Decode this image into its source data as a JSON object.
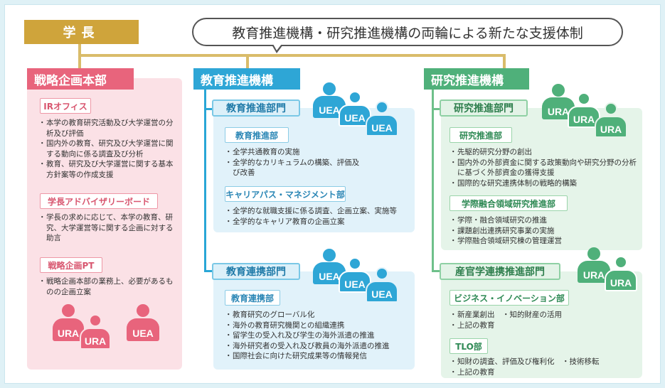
{
  "president": "学長",
  "headline": "教育推進機構・研究推進機構の両輪による新たな支援体制",
  "colors": {
    "gold": "#cfa43b",
    "pink": "#e8647c",
    "blue": "#2ea6d6",
    "green": "#4fb07a"
  },
  "strategy": {
    "title": "戦略企画本部",
    "sections": [
      {
        "tag": "IRオフィス",
        "items": [
          "本学の教育研究活動及び大学運営の分析及び評価",
          "国内外の教育、研究及び大学運営に関する動向に係る調査及び分析",
          "教育、研究及び大学運営に関する基本方針案等の作成支援"
        ]
      },
      {
        "tag": "学長アドバイザリーボード",
        "items": [
          "学長の求めに応じて、本学の教育、研究、大学運営等に関する企画に対する助言"
        ]
      },
      {
        "tag": "戦略企画PT",
        "items": [
          "戦略企画本部の業務上、必要があるものの企画立案"
        ]
      }
    ],
    "staff": [
      "URA",
      "URA",
      "UEA"
    ]
  },
  "education": {
    "title": "教育推進機構",
    "divisions": [
      {
        "title": "教育推進部門",
        "staff": [
          "UEA",
          "UEA",
          "UEA"
        ],
        "units": [
          {
            "tag": "教育推進部",
            "items": [
              "全学共通教育の実施",
              "全学的なカリキュラムの構築、評価及び改善"
            ]
          },
          {
            "tag": "キャリアパス・マネジメント部",
            "items": [
              "全学的な就職支援に係る調査、企画立案、実施等",
              "全学的なキャリア教育の企画立案"
            ]
          }
        ]
      },
      {
        "title": "教育連携部門",
        "staff": [
          "UEA",
          "UEA",
          "UEA"
        ],
        "units": [
          {
            "tag": "教育連携部",
            "items": [
              "教育研究のグローバル化",
              "海外の教育研究機関との組織連携",
              "留学生の受入れ及び学生の海外派遣の推進",
              "海外研究者の受入れ及び教員の海外派遣の推進",
              "国際社会に向けた研究成果等の情報発信"
            ]
          }
        ]
      }
    ]
  },
  "research": {
    "title": "研究推進機構",
    "divisions": [
      {
        "title": "研究推進部門",
        "staff": [
          "URA",
          "URA",
          "URA"
        ],
        "units": [
          {
            "tag": "研究推進部",
            "items": [
              "先駆的研究分野の創出",
              "国内外の外部資金に関する政策動向や研究分野の分析に基づく外部資金の獲得支援",
              "国際的な研究連携体制の戦略的構築"
            ]
          },
          {
            "tag": "学際融合領域研究推進部",
            "items": [
              "学際・融合領域研究の推進",
              "課題創出連携研究事業の実施",
              "学際融合領域研究棟の管理運営"
            ]
          }
        ]
      },
      {
        "title": "産官学連携推進部門",
        "staff": [
          "URA",
          "URA"
        ],
        "units": [
          {
            "tag": "ビジネス・イノベーション部",
            "items": [
              "新産業創出　・知的財産の活用",
              "上記の教育"
            ]
          },
          {
            "tag": "TLO部",
            "items": [
              "知財の調査、評価及び権利化　・技術移転",
              "上記の教育"
            ]
          }
        ]
      }
    ]
  }
}
